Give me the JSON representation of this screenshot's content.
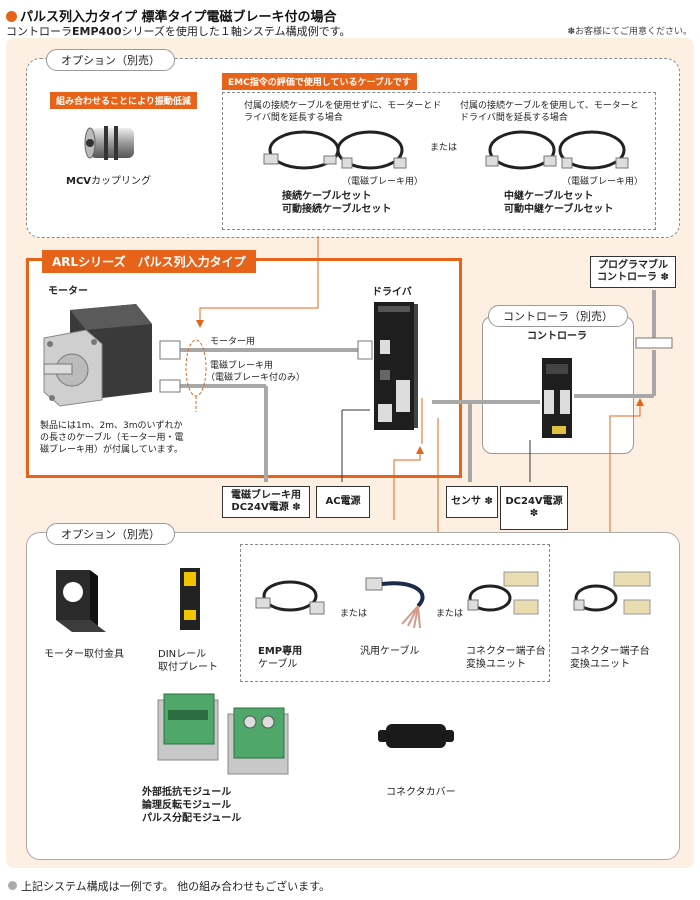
{
  "header": {
    "title": "パルス列入力タイプ 標準タイプ電磁ブレーキ付の場合",
    "subtitle_pre": "コントローラ",
    "subtitle_bold": "EMP400",
    "subtitle_post": "シリーズを使用した１軸システム構成例です。",
    "note": "✽お客様にてご用意ください。"
  },
  "top_options": {
    "label": "オプション（別売）",
    "coupling_tag": "組み合わせることにより振動低減",
    "coupling_name_bold": "MCV",
    "coupling_name": "カップリング",
    "emc_tag": "EMC指令の評価で使用しているケーブルです",
    "left_desc": "付属の接続ケーブルを使用せずに、モーターとドライバ間を延長する場合",
    "right_desc": "付属の接続ケーブルを使用して、モーターとドライバ間を延長する場合",
    "or": "または",
    "brake_note_left": "（電磁ブレーキ用）",
    "brake_note_right": "（電磁ブレーキ用）",
    "left_cable_1": "接続ケーブルセット",
    "left_cable_2": "可動接続ケーブルセット",
    "right_cable_1": "中継ケーブルセット",
    "right_cable_2": "可動中継ケーブルセット"
  },
  "arl": {
    "title": "ARLシリーズ　パルス列入力タイプ",
    "motor_label": "モーター",
    "driver_label": "ドライバ",
    "motor_line": "モーター用",
    "brake_line_1": "電磁ブレーキ用",
    "brake_line_2": "（電磁ブレーキ付のみ）",
    "cable_note": "製品には1m、2m、3mのいずれかの長さのケーブル（モーター用・電磁ブレーキ用）が付属しています。"
  },
  "controller": {
    "label": "コントローラ（別売）",
    "name": "コントローラ",
    "programmable_1": "プログラマブル",
    "programmable_2": "コントローラ ✽"
  },
  "power_boxes": {
    "brake_1": "電磁ブレーキ用",
    "brake_2": "DC24V電源 ✽",
    "ac": "AC電源",
    "sensor": "センサ ✽",
    "dc24": "DC24V電源 ✽"
  },
  "bottom_options": {
    "label": "オプション（別売）",
    "mount_1": "モーター取付金具",
    "din_1": "DINレール",
    "din_2": "取付プレート",
    "emp_1": "EMP専用",
    "emp_2": "ケーブル",
    "or1": "または",
    "general_1": "汎用ケーブル",
    "or2": "または",
    "conv_1": "コネクター端子台",
    "conv_2": "変換ユニット",
    "conv2_1": "コネクター端子台",
    "conv2_2": "変換ユニット",
    "module_1": "外部抵抗モジュール",
    "module_2": "論理反転モジュール",
    "module_3": "パルス分配モジュール",
    "cover": "コネクタカバー"
  },
  "footer": {
    "text": "上記システム構成は一例です。 他の組み合わせもございます。"
  },
  "colors": {
    "accent": "#e8631a",
    "panel": "#fdf0e2",
    "cable": "#a8a8a8"
  }
}
